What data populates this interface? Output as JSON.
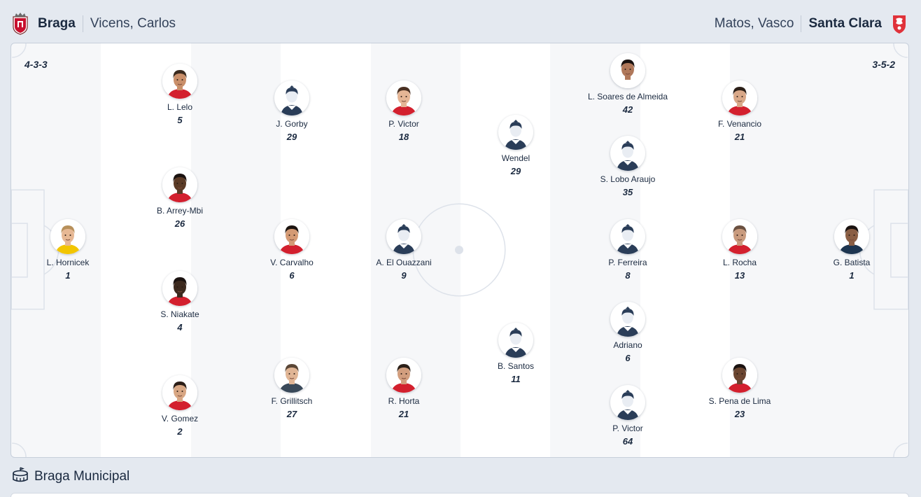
{
  "header": {
    "home": {
      "team": "Braga",
      "coach": "Vicens, Carlos",
      "crest_icon": "braga-crest-icon",
      "color": "#c8102e"
    },
    "away": {
      "team": "Santa Clara",
      "coach": "Matos, Vasco",
      "crest_icon": "santa-clara-crest-icon",
      "color": "#e0323a"
    }
  },
  "formations": {
    "home": "4-3-3",
    "away": "3-5-2"
  },
  "players": [
    {
      "name": "L. Hornicek",
      "number": "1",
      "avatar": "photo",
      "skin": "#e7b894",
      "hair": "#b7905a",
      "shirt": "#f2c500"
    },
    {
      "name": "L. Lelo",
      "number": "5",
      "avatar": "photo",
      "skin": "#c98f6a",
      "hair": "#3a2a1e",
      "shirt": "#d3202e"
    },
    {
      "name": "B. Arrey-Mbi",
      "number": "26",
      "avatar": "photo",
      "skin": "#5b3b26",
      "hair": "#1a1210",
      "shirt": "#d3202e"
    },
    {
      "name": "S. Niakate",
      "number": "4",
      "avatar": "photo",
      "skin": "#3d2a1f",
      "hair": "#1a1210",
      "shirt": "#d3202e"
    },
    {
      "name": "V. Gomez",
      "number": "2",
      "avatar": "photo",
      "skin": "#d8a784",
      "hair": "#2a1d16",
      "shirt": "#d3202e"
    },
    {
      "name": "J. Gorby",
      "number": "29",
      "avatar": "placeholder"
    },
    {
      "name": "V. Carvalho",
      "number": "6",
      "avatar": "photo",
      "skin": "#d49a74",
      "hair": "#1c1410",
      "shirt": "#d3202e"
    },
    {
      "name": "F. Grillitsch",
      "number": "27",
      "avatar": "photo",
      "skin": "#e0b595",
      "hair": "#5a4636",
      "shirt": "#3a4a5a"
    },
    {
      "name": "P. Victor",
      "number": "18",
      "avatar": "photo",
      "skin": "#e5b595",
      "hair": "#4a3022",
      "shirt": "#d3202e"
    },
    {
      "name": "A. El Ouazzani",
      "number": "9",
      "avatar": "placeholder"
    },
    {
      "name": "R. Horta",
      "number": "21",
      "avatar": "photo",
      "skin": "#d29e7e",
      "hair": "#2b1f18",
      "shirt": "#d3202e"
    },
    {
      "name": "Wendel",
      "number": "29",
      "avatar": "placeholder"
    },
    {
      "name": "B. Santos",
      "number": "11",
      "avatar": "placeholder"
    },
    {
      "name": "L. Soares de Almeida",
      "number": "42",
      "avatar": "photo",
      "skin": "#b0785a",
      "hair": "#1a1210",
      "shirt": "#ffffff"
    },
    {
      "name": "S. Lobo Araujo",
      "number": "35",
      "avatar": "placeholder"
    },
    {
      "name": "P. Ferreira",
      "number": "8",
      "avatar": "placeholder"
    },
    {
      "name": "Adriano",
      "number": "6",
      "avatar": "placeholder"
    },
    {
      "name": "P. Victor",
      "number": "64",
      "avatar": "placeholder"
    },
    {
      "name": "F. Venancio",
      "number": "21",
      "avatar": "photo",
      "skin": "#d9a888",
      "hair": "#2b1f18",
      "shirt": "#d3202e"
    },
    {
      "name": "L. Rocha",
      "number": "13",
      "avatar": "photo",
      "skin": "#c99b7e",
      "hair": "#6a5040",
      "shirt": "#d3202e"
    },
    {
      "name": "S. Pena de Lima",
      "number": "23",
      "avatar": "photo",
      "skin": "#6a4530",
      "hair": "#1a1210",
      "shirt": "#d3202e"
    },
    {
      "name": "G. Batista",
      "number": "1",
      "avatar": "photo",
      "skin": "#8a5e44",
      "hair": "#1a1210",
      "shirt": "#1d3550"
    }
  ],
  "venue": {
    "name": "Braga Municipal",
    "icon": "stadium-icon"
  },
  "colors": {
    "placeholder_body": "#2a3d58",
    "placeholder_head": "#e9edf3",
    "pitch_line": "#d6dce5"
  }
}
